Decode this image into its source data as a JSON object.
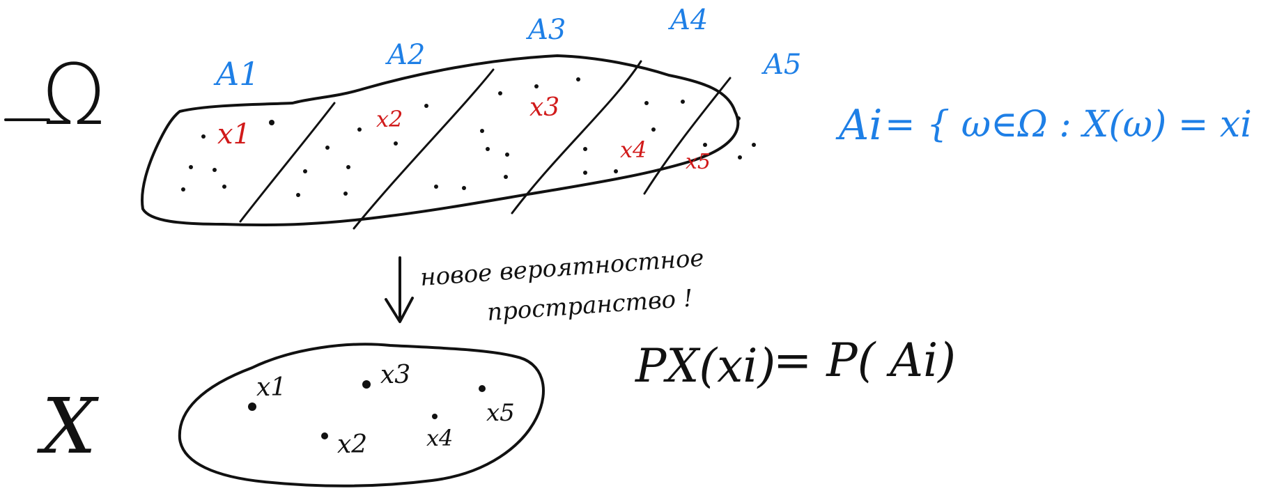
{
  "colors": {
    "ink": "#111111",
    "event_labels": "#1e7fe6",
    "outcome_labels": "#d11a1a"
  },
  "omega": {
    "symbol": "Ω",
    "events": [
      "A1",
      "A2",
      "A3",
      "A4",
      "A5"
    ],
    "values": [
      "x1",
      "x2",
      "x3",
      "x4",
      "x5"
    ]
  },
  "definition": {
    "lhs": "Ai",
    "rhs": "= { ω∈Ω : X(ω) = xi }"
  },
  "arrow_caption": {
    "line1": "новое вероятностное",
    "line2": "пространство !"
  },
  "x_space": {
    "symbol": "X",
    "points": [
      "x1",
      "x2",
      "x3",
      "x4",
      "x5"
    ]
  },
  "formula": {
    "lhs": "PX(xi)",
    "rhs": "= P( Ai)"
  }
}
